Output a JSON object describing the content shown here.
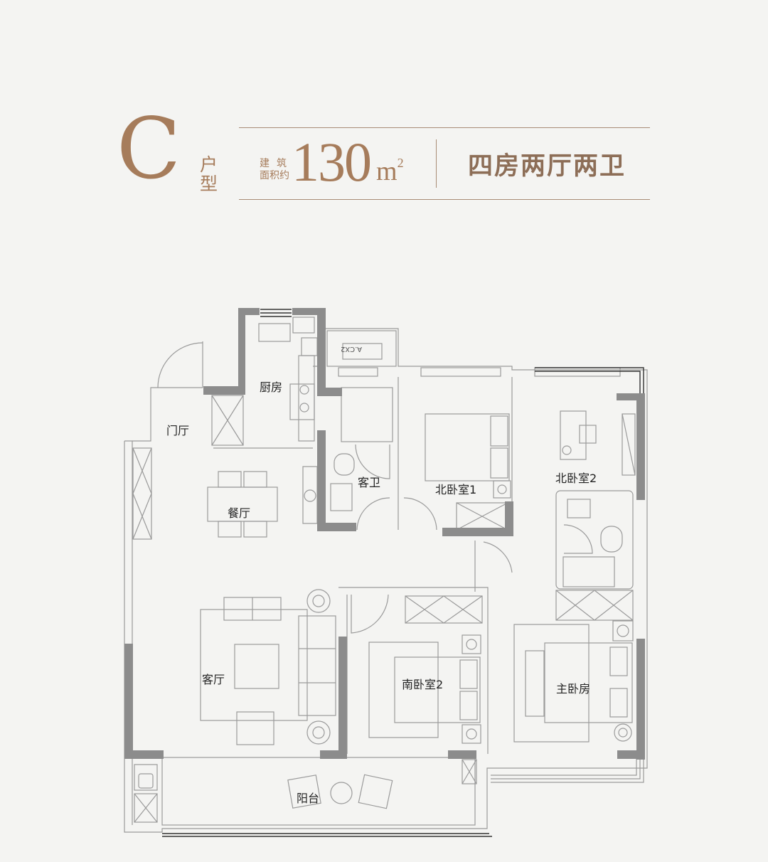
{
  "header": {
    "unit_letter": "C",
    "unit_suffix": "户型",
    "area_caption_line1": "建筑",
    "area_caption_line2": "面积约",
    "area_value": "130",
    "area_unit": "m",
    "area_unit_power": "2",
    "layout": "四房两厅两卫"
  },
  "colors": {
    "background": "#f4f4f2",
    "accent_brown": "#a67c5b",
    "layout_text": "#8d6e57",
    "rule": "#a88c76",
    "wall": "#8c8c8c",
    "line": "#9a9a9a"
  },
  "floor_plan": {
    "rooms": {
      "kitchen": "厨房",
      "foyer": "门厅",
      "dining": "餐厅",
      "guest_bath": "客卫",
      "north_bedroom_1": "北卧室1",
      "north_bedroom_2": "北卧室2",
      "living": "客厅",
      "south_bedroom_2": "南卧室2",
      "master_bedroom": "主卧房",
      "balcony": "阳台"
    },
    "ac_unit_label": "A.CX2"
  }
}
